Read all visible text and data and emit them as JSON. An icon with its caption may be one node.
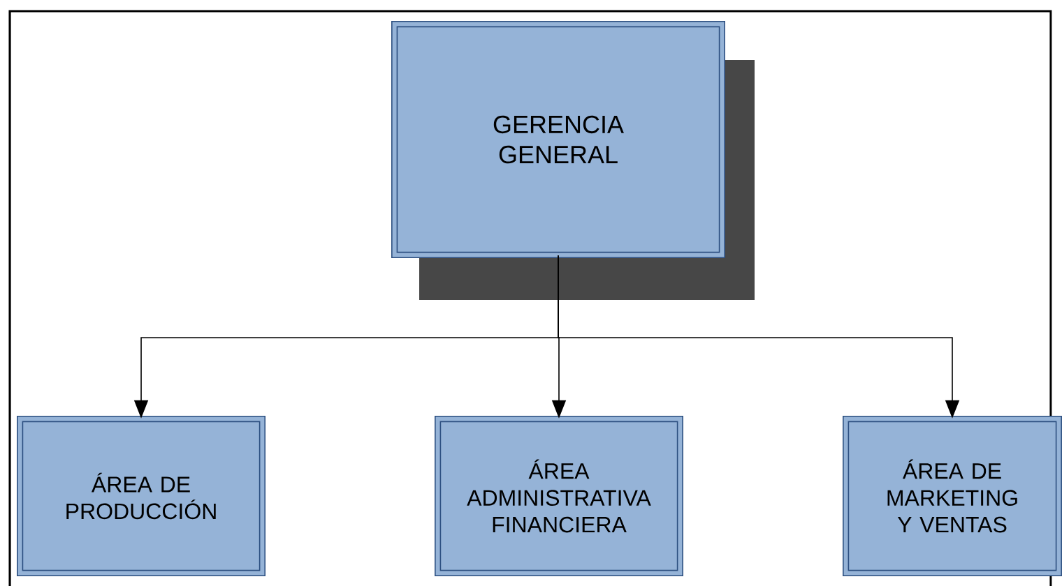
{
  "diagram": {
    "nodes": [
      {
        "text": [
          "GERENCIA GENERAL"
        ]
      },
      {
        "text": [
          "ÁREA DE PRODUCCIÓN"
        ]
      },
      {
        "text": [
          "ÁREA ADMINISTRATIVA FINANCIERA"
        ]
      },
      {
        "text": [
          "ÁREA DE MARKETING Y VENTAS"
        ]
      }
    ],
    "edges": [
      {
        "from": 0,
        "to": 1,
        "arrow": "to"
      },
      {
        "from": 0,
        "to": 2,
        "arrow": "to"
      },
      {
        "from": 0,
        "to": 3,
        "arrow": "to"
      }
    ]
  }
}
